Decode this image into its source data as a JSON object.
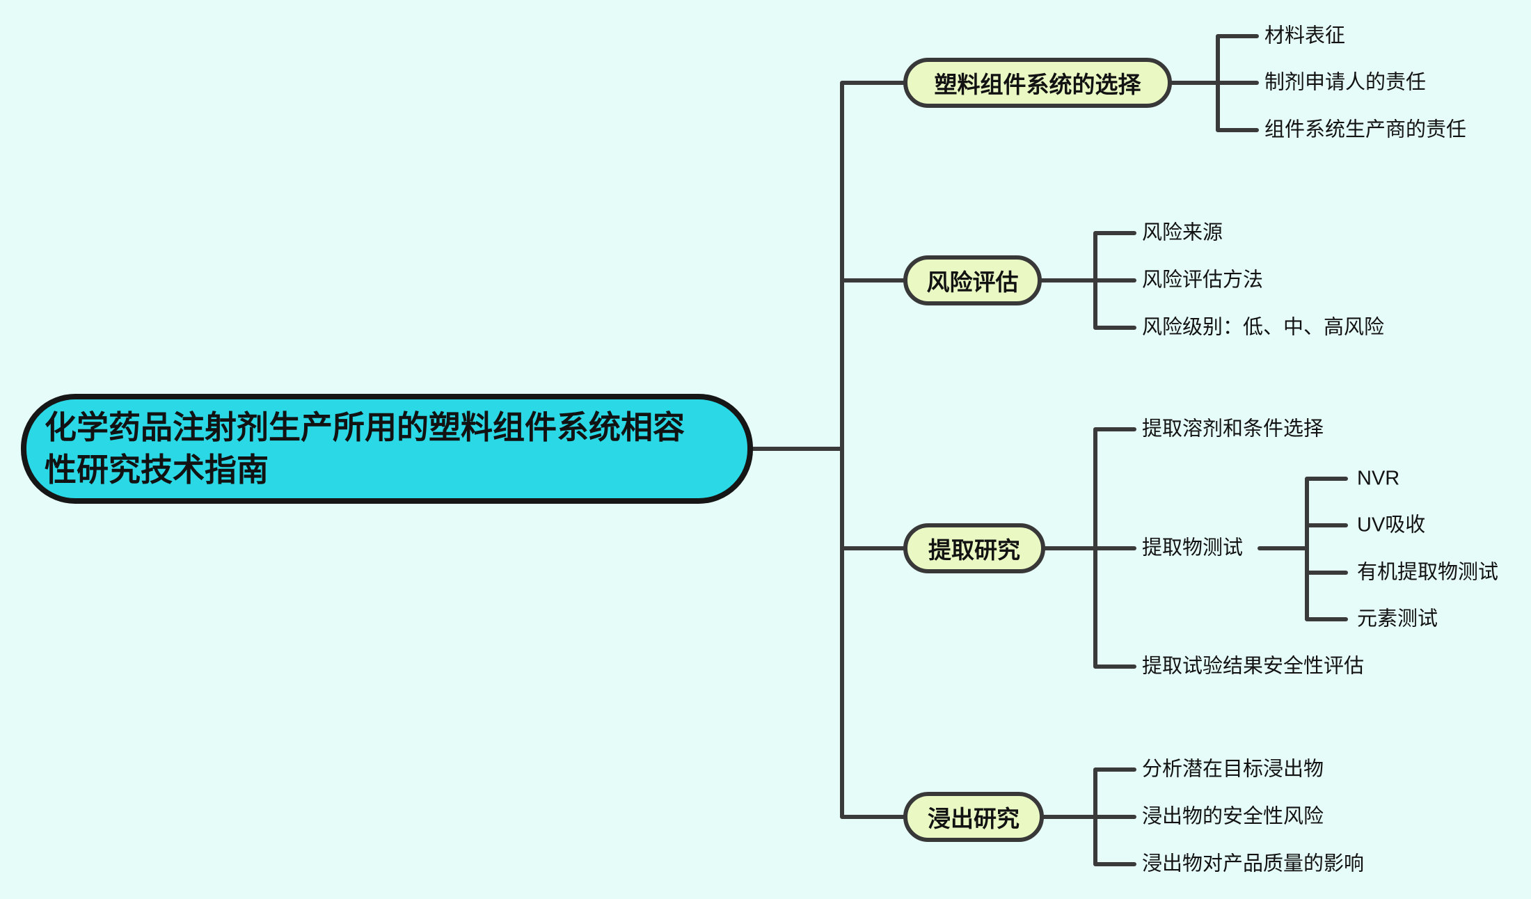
{
  "root": {
    "label": "化学药品注射剂生产所用的塑料组件系统相容性研究技术指南"
  },
  "colors": {
    "bg": "#e6fcf8",
    "root-fill": "#2bd9e6",
    "root-border": "#161616",
    "branch-fill": "#eaf9c4",
    "branch-border": "#383838",
    "line": "#3a3a3a",
    "text": "#121212"
  },
  "branches": [
    {
      "label": "塑料组件系统的选择",
      "children": [
        {
          "label": "材料表征"
        },
        {
          "label": "制剂申请人的责任"
        },
        {
          "label": "组件系统生产商的责任"
        }
      ]
    },
    {
      "label": "风险评估",
      "children": [
        {
          "label": "风险来源"
        },
        {
          "label": "风险评估方法"
        },
        {
          "label": "风险级别：低、中、高风险"
        }
      ]
    },
    {
      "label": "提取研究",
      "children": [
        {
          "label": "提取溶剂和条件选择"
        },
        {
          "label": "提取物测试",
          "children": [
            {
              "label": "NVR"
            },
            {
              "label": "UV吸收"
            },
            {
              "label": "有机提取物测试"
            },
            {
              "label": "元素测试"
            }
          ]
        },
        {
          "label": "提取试验结果安全性评估"
        }
      ]
    },
    {
      "label": "浸出研究",
      "children": [
        {
          "label": "分析潜在目标浸出物"
        },
        {
          "label": "浸出物的安全性风险"
        },
        {
          "label": "浸出物对产品质量的影响"
        }
      ]
    }
  ]
}
